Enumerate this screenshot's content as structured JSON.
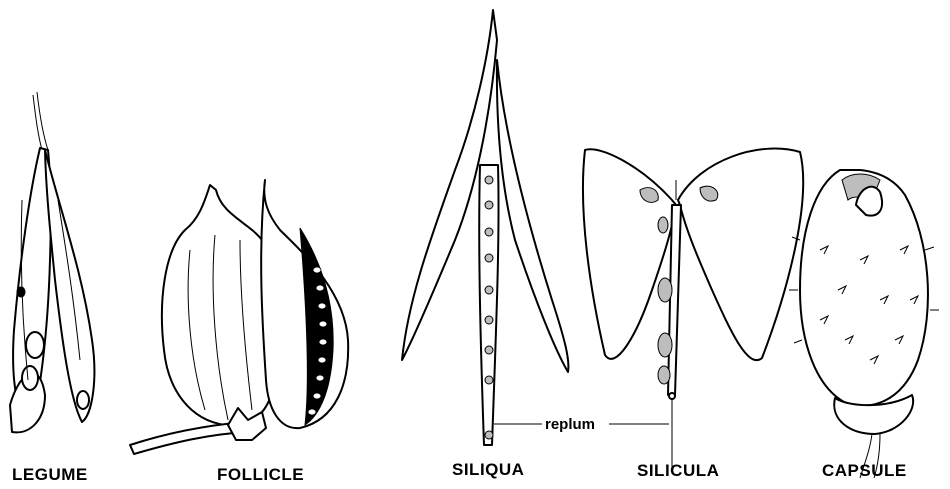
{
  "labels": {
    "legume": "LEGUME",
    "follicle": "FOLLICLE",
    "siliqua": "SILIQUA",
    "silicula": "SILICULA",
    "capsule": "CAPSULE",
    "replum": "replum"
  }
}
